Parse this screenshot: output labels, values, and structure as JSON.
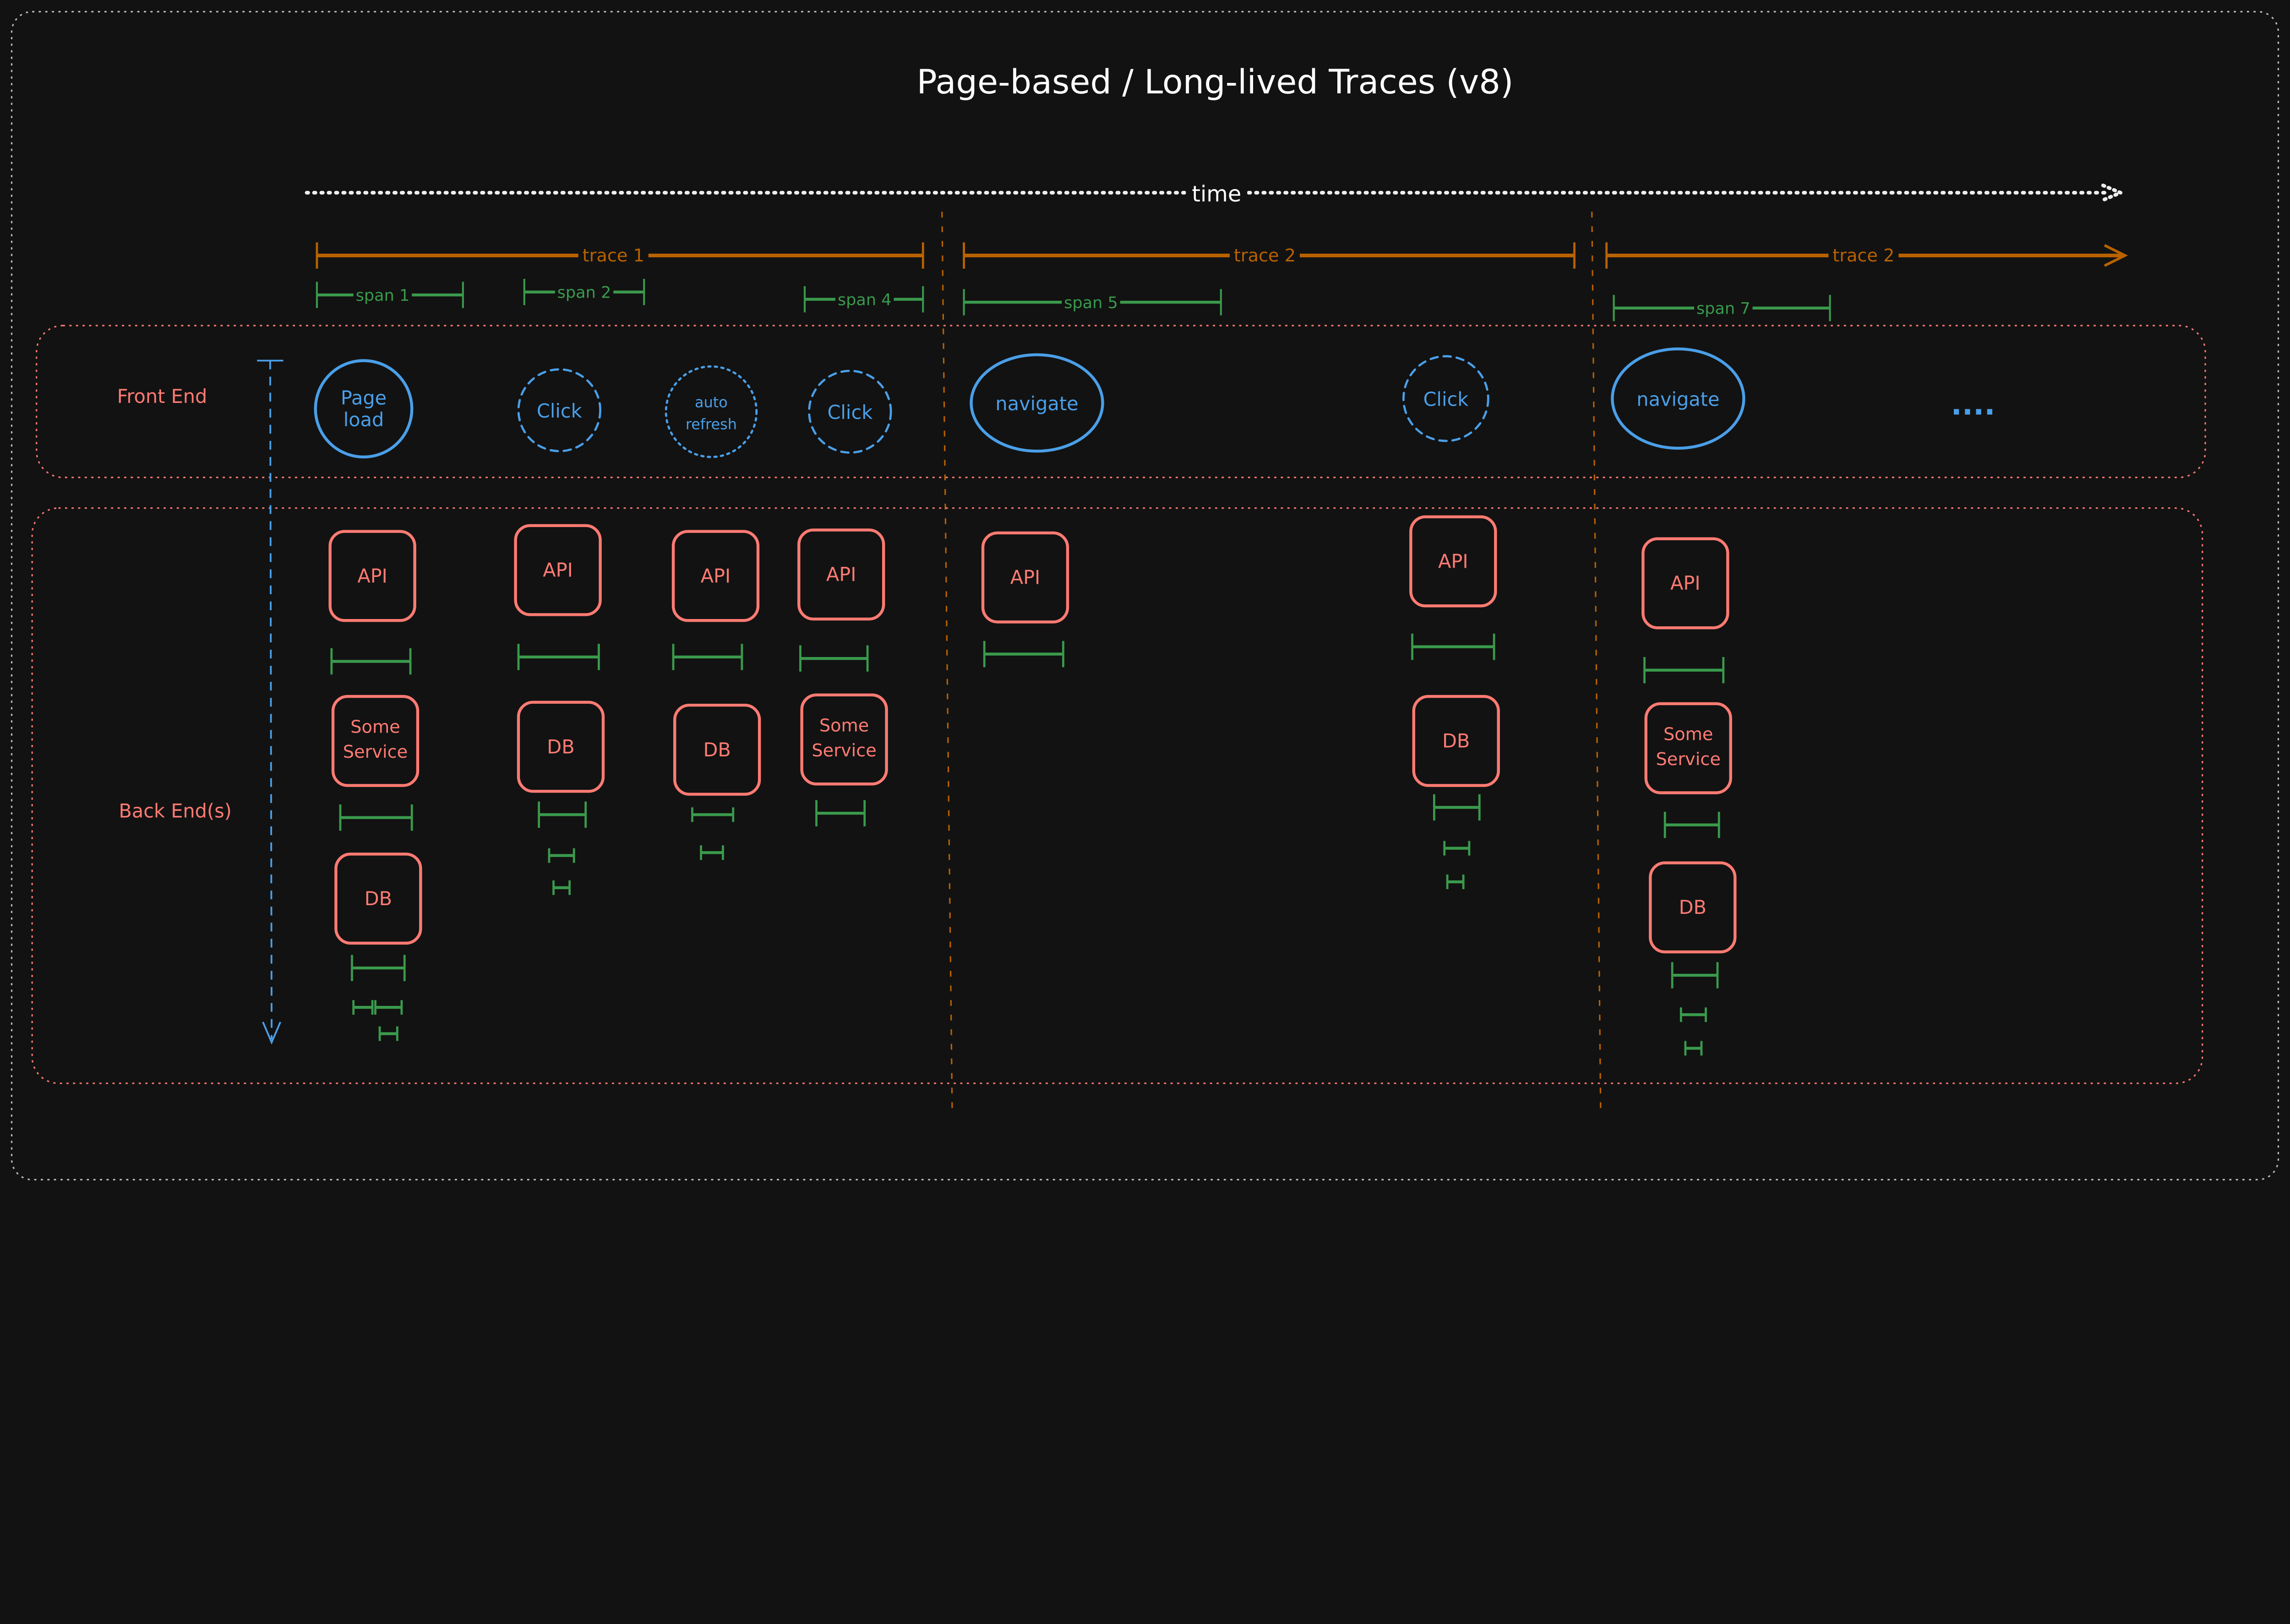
{
  "title": "Page-based / Long-lived Traces (v8)",
  "time_label": "time",
  "traces": [
    {
      "label": "trace 1"
    },
    {
      "label": "trace 2"
    },
    {
      "label": "trace 2"
    }
  ],
  "spans": [
    {
      "label": "span 1"
    },
    {
      "label": "span 2"
    },
    {
      "label": "span 4"
    },
    {
      "label": "span 5"
    },
    {
      "label": "span 7"
    }
  ],
  "lanes": {
    "front_end": "Front End",
    "back_end": "Back End(s)"
  },
  "events": [
    {
      "label1": "Page",
      "label2": "load",
      "style": "solid"
    },
    {
      "label1": "Click",
      "label2": "",
      "style": "dashed"
    },
    {
      "label1": "auto",
      "label2": "refresh",
      "style": "dotted"
    },
    {
      "label1": "Click",
      "label2": "",
      "style": "dashed"
    },
    {
      "label1": "navigate",
      "label2": "",
      "style": "solid"
    },
    {
      "label1": "Click",
      "label2": "",
      "style": "dashed"
    },
    {
      "label1": "navigate",
      "label2": "",
      "style": "solid"
    }
  ],
  "ellipsis": "....",
  "services": [
    {
      "label1": "API",
      "label2": ""
    },
    {
      "label1": "Some",
      "label2": "Service"
    },
    {
      "label1": "DB",
      "label2": ""
    },
    {
      "label1": "API",
      "label2": ""
    },
    {
      "label1": "DB",
      "label2": ""
    },
    {
      "label1": "API",
      "label2": ""
    },
    {
      "label1": "DB",
      "label2": ""
    },
    {
      "label1": "API",
      "label2": ""
    },
    {
      "label1": "Some",
      "label2": "Service"
    },
    {
      "label1": "API",
      "label2": ""
    },
    {
      "label1": "API",
      "label2": ""
    },
    {
      "label1": "DB",
      "label2": ""
    },
    {
      "label1": "API",
      "label2": ""
    },
    {
      "label1": "Some",
      "label2": "Service"
    },
    {
      "label1": "DB",
      "label2": ""
    }
  ],
  "colors": {
    "background": "#121212",
    "trace": "#b86200",
    "span": "#3a9a4c",
    "frontend": "#4a9fe8",
    "backend": "#ff7b73",
    "text": "#ffffff"
  }
}
